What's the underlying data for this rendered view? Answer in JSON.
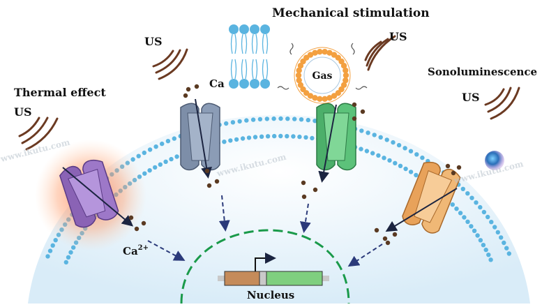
{
  "labels": {
    "mechanical": "Mechanical stimulation",
    "thermal": "Thermal effect",
    "sonolum": "Sonoluminescence",
    "us": "US",
    "gas": "Gas",
    "ca_top": "Ca",
    "ca_bottom": "Ca",
    "ca_sup": "2+",
    "nucleus": "Nucleus"
  },
  "watermark": {
    "text": "www.ikutu.com"
  },
  "colors": {
    "membrane": "#5ab4e0",
    "cell_fill": "#e9f4fb",
    "nucleus_border": "#1a9a4a",
    "arrow": "#2b3a7a",
    "thermal_channel": "#8a63b5",
    "thermal_glow": "#ff9a6a",
    "grey_channel": "#7d8ea8",
    "green_channel": "#4caf6a",
    "orange_channel": "#e8a25a",
    "gas_bubble": "#f3a040",
    "dot": "#5a3a22"
  },
  "icons": [
    "ultrasound-wave-icon",
    "sonoluminescence-particle-icon",
    "gene-promoter-arrow-icon"
  ]
}
